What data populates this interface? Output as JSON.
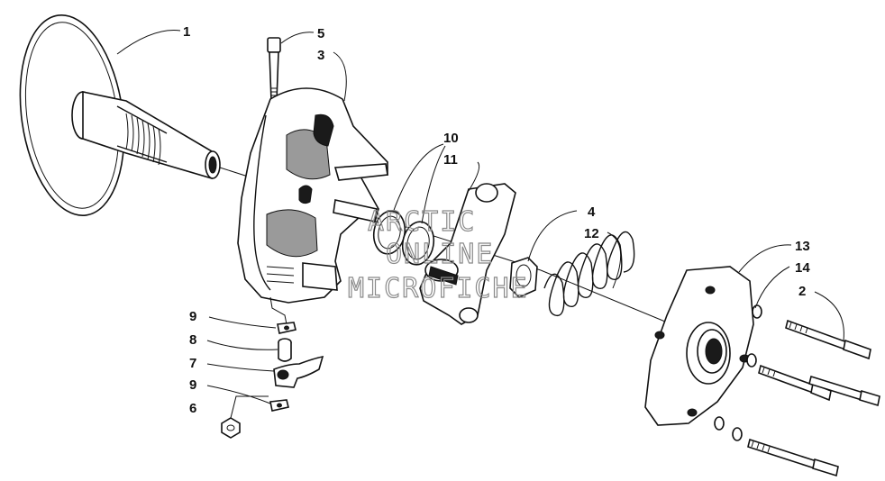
{
  "callouts": [
    {
      "id": "c1",
      "label": "1"
    },
    {
      "id": "c5",
      "label": "5"
    },
    {
      "id": "c3",
      "label": "3"
    },
    {
      "id": "c10",
      "label": "10"
    },
    {
      "id": "c11",
      "label": "11"
    },
    {
      "id": "c4",
      "label": "4"
    },
    {
      "id": "c12",
      "label": "12"
    },
    {
      "id": "c13",
      "label": "13"
    },
    {
      "id": "c14",
      "label": "14"
    },
    {
      "id": "c2",
      "label": "2"
    },
    {
      "id": "c9a",
      "label": "9"
    },
    {
      "id": "c8",
      "label": "8"
    },
    {
      "id": "c7",
      "label": "7"
    },
    {
      "id": "c9b",
      "label": "9"
    },
    {
      "id": "c6",
      "label": "6"
    }
  ],
  "watermark": [
    "ARCTIC",
    "ONLINE",
    "MICROFICHE"
  ]
}
